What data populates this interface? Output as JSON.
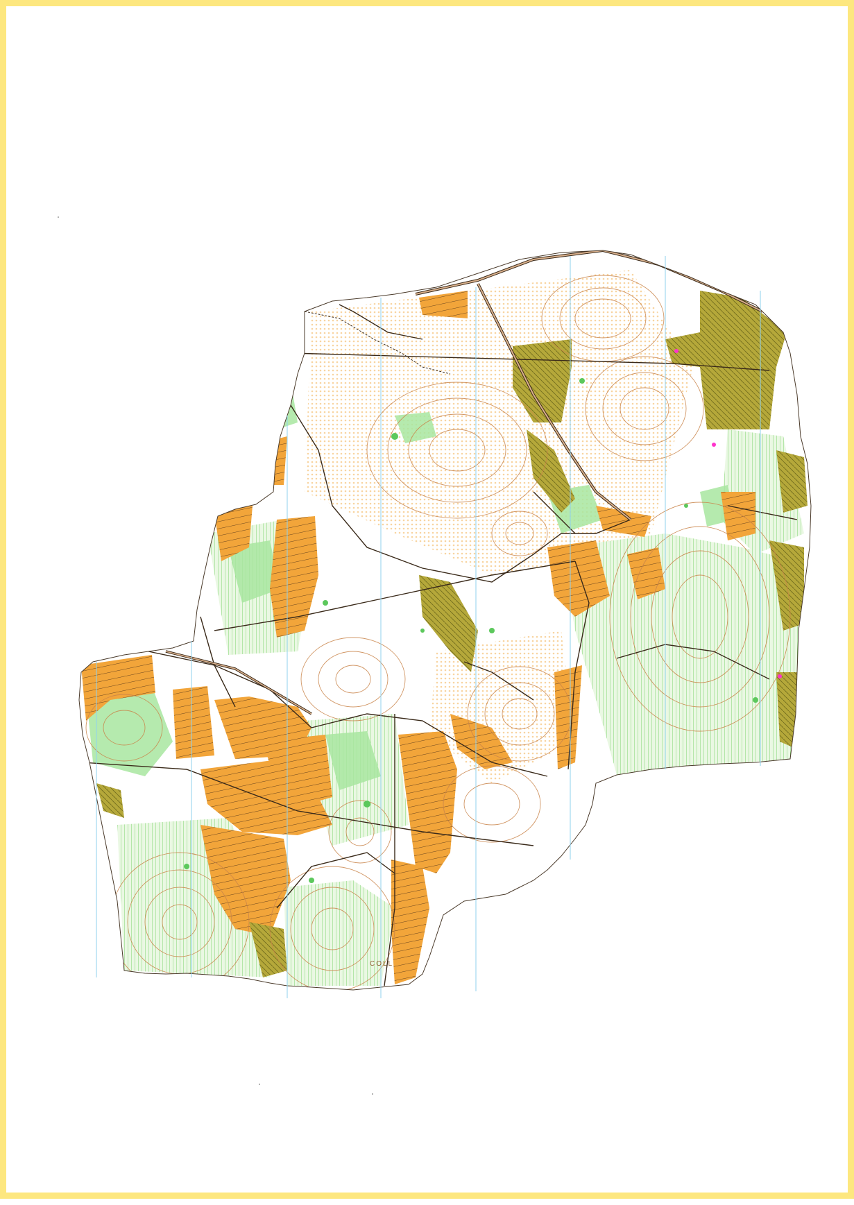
{
  "map": {
    "type": "orienteering-map",
    "labels": [
      {
        "text": "COLL"
      }
    ],
    "colors": {
      "frame": "#fde77f",
      "paper": "#ffffff",
      "open_land": "#f2a53a",
      "rough_open": "#fbd9a6",
      "vegetation": "#a8e6a0",
      "dense_vegetation": "#5cc85c",
      "cultivated": "#b5a83a",
      "contour": "#c9844a",
      "track": "#3a2a1a",
      "road_fill": "#d9b08c",
      "magnetic_north": "#8fd1ee",
      "control": "#ff33cc"
    },
    "magnetic_north_lines": 8
  }
}
